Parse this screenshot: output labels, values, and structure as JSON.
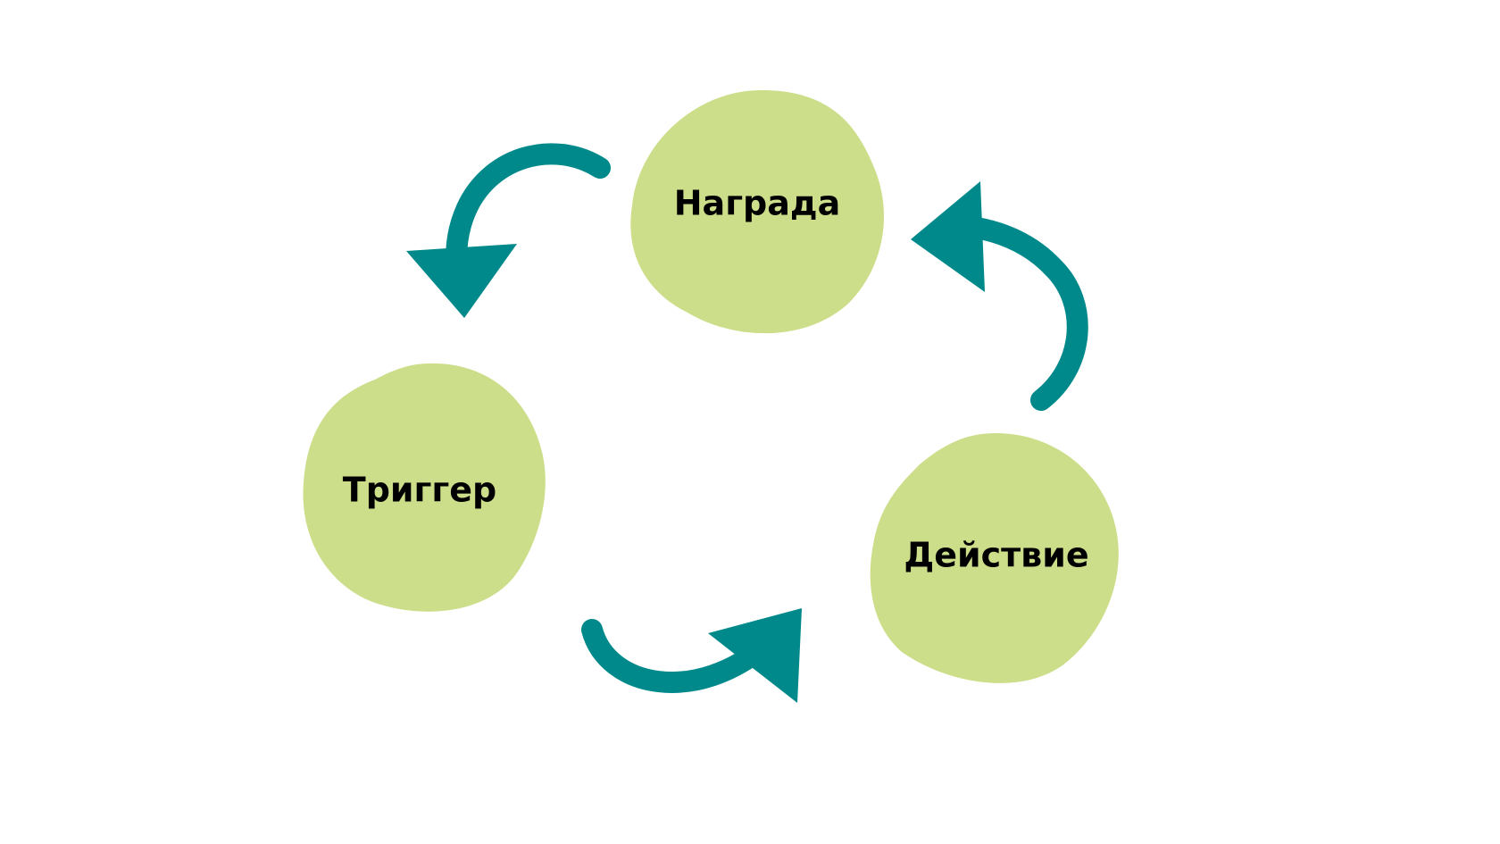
{
  "diagram": {
    "type": "habit-loop-cycle",
    "nodes": [
      {
        "id": "reward",
        "label": "Награда"
      },
      {
        "id": "trigger",
        "label": "Триггер"
      },
      {
        "id": "action",
        "label": "Действие"
      }
    ],
    "edges": [
      {
        "from": "reward",
        "to": "trigger"
      },
      {
        "from": "trigger",
        "to": "action"
      },
      {
        "from": "action",
        "to": "reward"
      }
    ],
    "colors": {
      "node_fill": "#CDDE8A",
      "arrow": "#00898A",
      "text": "#000000",
      "background": "#FFFFFF"
    }
  }
}
